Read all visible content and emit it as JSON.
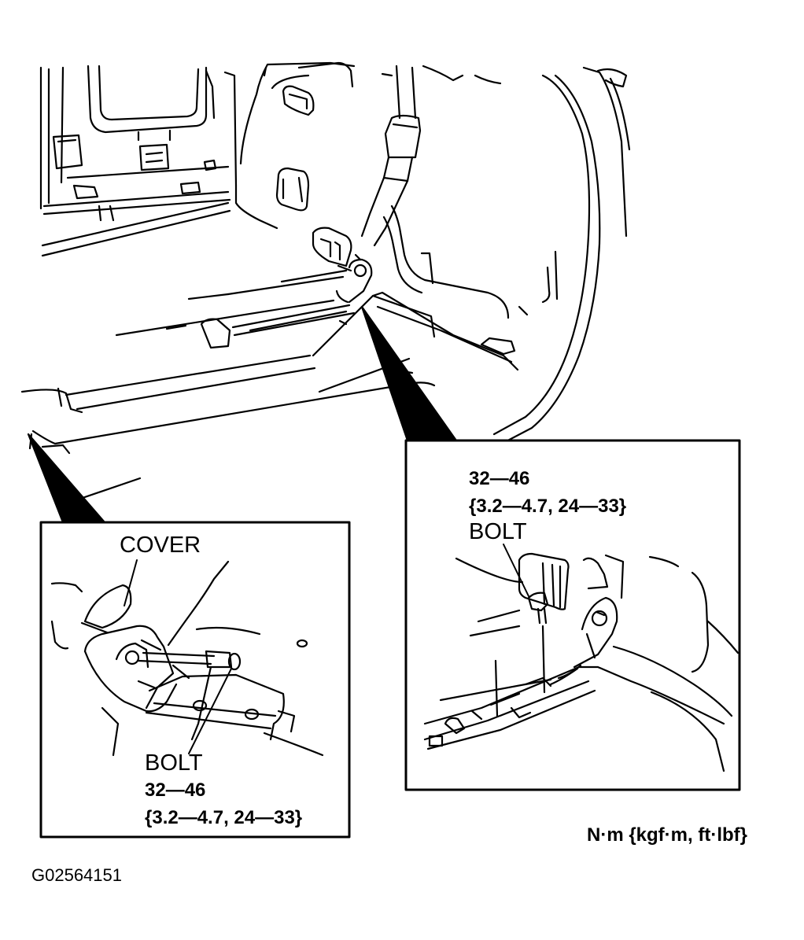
{
  "figure": {
    "id_code": "G02564151",
    "units": "N·m {kgf·m, ft·lbf}"
  },
  "inset_left": {
    "cover_label": "COVER",
    "bolt_label": "BOLT",
    "torque_nm": "32—46",
    "torque_alt": "{3.2—4.7, 24—33}"
  },
  "inset_right": {
    "bolt_label": "BOLT",
    "torque_nm": "32—46",
    "torque_alt": "{3.2—4.7, 24—33}"
  },
  "colors": {
    "ink": "#000000",
    "paper": "#ffffff"
  }
}
